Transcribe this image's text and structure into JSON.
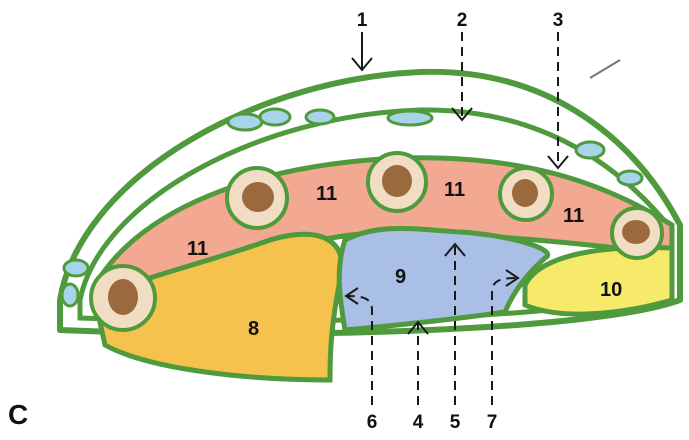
{
  "figure_letter": "C",
  "callouts": [
    "1",
    "2",
    "3",
    "4",
    "5",
    "6",
    "7"
  ],
  "region_labels": {
    "r8": "8",
    "r9": "9",
    "r10": "10",
    "r11": "11"
  },
  "colors": {
    "outline": "#4f9a3c",
    "background_fill": "#ffffff",
    "vesicle_fill": "#a8d4ea",
    "segment_11": "#f2a891",
    "segment_8": "#f6c24e",
    "segment_9": "#a9bfe6",
    "segment_10": "#f7e96a",
    "cell_outer": "#f1ddc4",
    "cell_inner": "#9a6a3c"
  }
}
